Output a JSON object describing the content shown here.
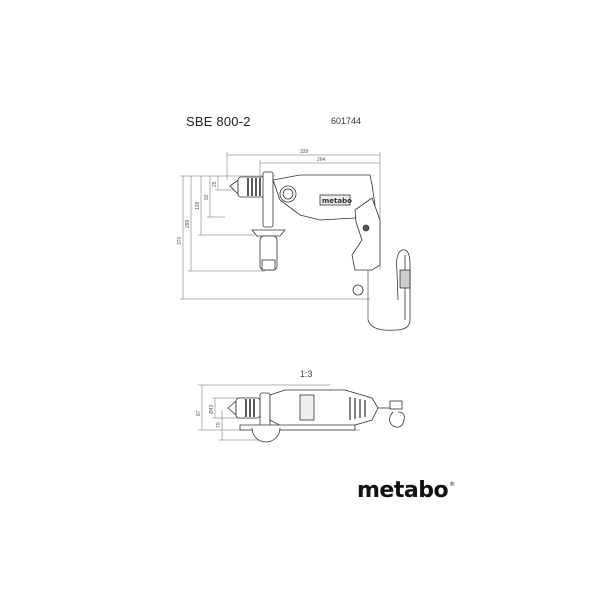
{
  "header": {
    "model": "SBE 800-2",
    "article_number": "601744"
  },
  "side_view": {
    "dimensions_horizontal": [
      {
        "label": "339"
      },
      {
        "label": "264"
      }
    ],
    "dimensions_vertical": [
      {
        "label": "370"
      },
      {
        "label": "299"
      },
      {
        "label": "128"
      },
      {
        "label": "92"
      },
      {
        "label": "25"
      }
    ],
    "housing_logo": "metabo"
  },
  "top_view": {
    "scale": "1:3",
    "dimensions_vertical": [
      {
        "label": "87"
      },
      {
        "label": "Ø43"
      },
      {
        "label": "70"
      }
    ]
  },
  "footer": {
    "brand": "metabo",
    "registered_mark": "®"
  },
  "colors": {
    "line": "#555555",
    "text": "#222222",
    "background": "#ffffff"
  }
}
